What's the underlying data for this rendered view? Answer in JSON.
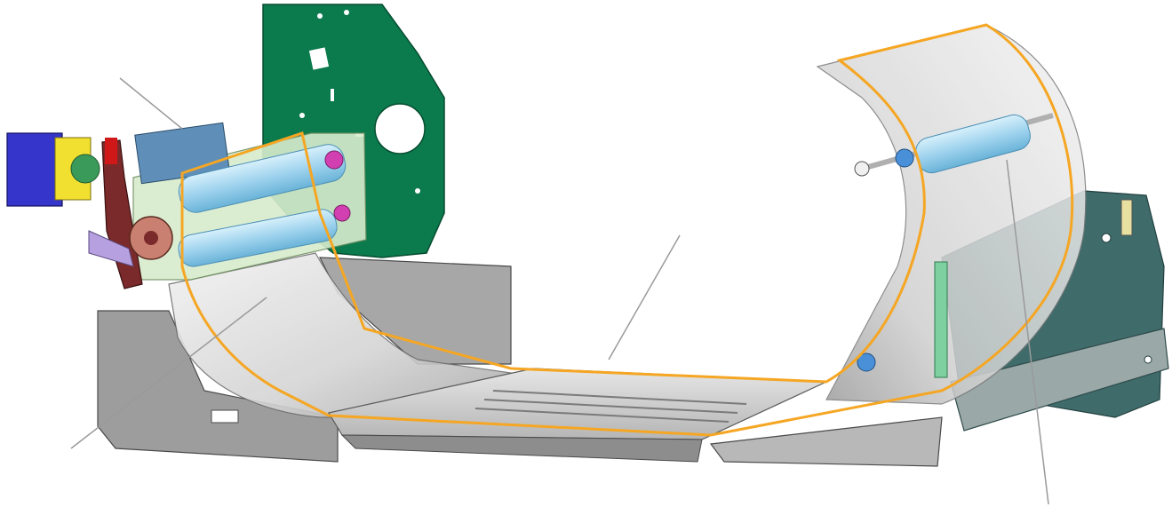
{
  "diagram": {
    "description_text": "",
    "colors": {
      "path_highlight": "#f5a623",
      "frame_green": "#0a7a4c",
      "motor_blue": "#3a3ad0",
      "gear_brown": "#7a2a2a",
      "roller_blue": "#a9d8f0",
      "sheet_gray": "#c8c8c8",
      "plate_green": "#b8dcc0",
      "guide_teal": "#3f6b6b",
      "leader_line": "#9a9a9a"
    },
    "components": [
      {
        "id": "left-drive-module",
        "icon": "motor-gear-icon"
      },
      {
        "id": "left-roller-assembly",
        "icon": "roller-icon"
      },
      {
        "id": "green-side-frame",
        "icon": "frame-plate-icon"
      },
      {
        "id": "left-curved-guide",
        "icon": "curved-sheet-icon"
      },
      {
        "id": "bottom-tray",
        "icon": "tray-icon"
      },
      {
        "id": "right-curved-guide",
        "icon": "curved-sheet-icon"
      },
      {
        "id": "right-roller-assembly",
        "icon": "roller-icon"
      },
      {
        "id": "right-side-bracket",
        "icon": "bracket-icon"
      },
      {
        "id": "paper-path-outline",
        "icon": "path-outline-icon"
      }
    ],
    "leaders": [
      {
        "id": "leader-drive-module"
      },
      {
        "id": "leader-left-guide"
      },
      {
        "id": "leader-tray"
      },
      {
        "id": "leader-right-guide"
      }
    ]
  }
}
